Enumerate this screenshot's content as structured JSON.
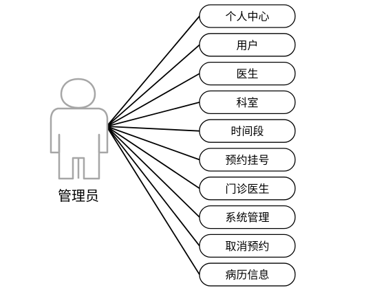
{
  "actor": {
    "label": "管理员"
  },
  "use_cases": [
    {
      "label": "个人中心"
    },
    {
      "label": "用户"
    },
    {
      "label": "医生"
    },
    {
      "label": "科室"
    },
    {
      "label": "时间段"
    },
    {
      "label": "预约挂号"
    },
    {
      "label": "门诊医生"
    },
    {
      "label": "系统管理"
    },
    {
      "label": "取消预约"
    },
    {
      "label": "病历信息"
    }
  ],
  "colors": {
    "stroke": "#000000",
    "actor_stroke": "#a6a6a6",
    "background": "#ffffff"
  }
}
